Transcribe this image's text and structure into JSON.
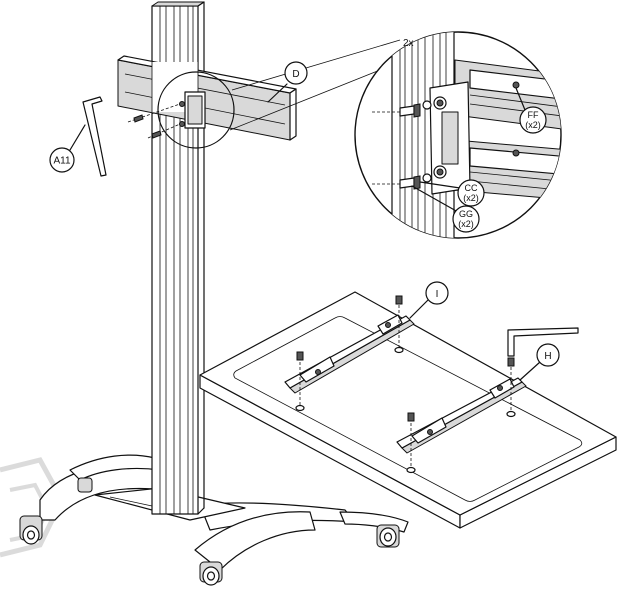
{
  "callouts": {
    "a11": "A11",
    "d": "D",
    "i": "I",
    "h": "H",
    "qty_2x": "2x",
    "ff": "FF",
    "ff_qty": "(x2)",
    "cc": "CC",
    "cc_qty": "(x2)",
    "gg": "GG",
    "gg_qty": "(x2)"
  },
  "colors": {
    "line": "#111111",
    "metal_light": "#d9d9d9",
    "metal_dark": "#555555",
    "watermark": "#d8d8d8"
  },
  "icons": {
    "watermark": "hexagon-watermark-icon"
  }
}
